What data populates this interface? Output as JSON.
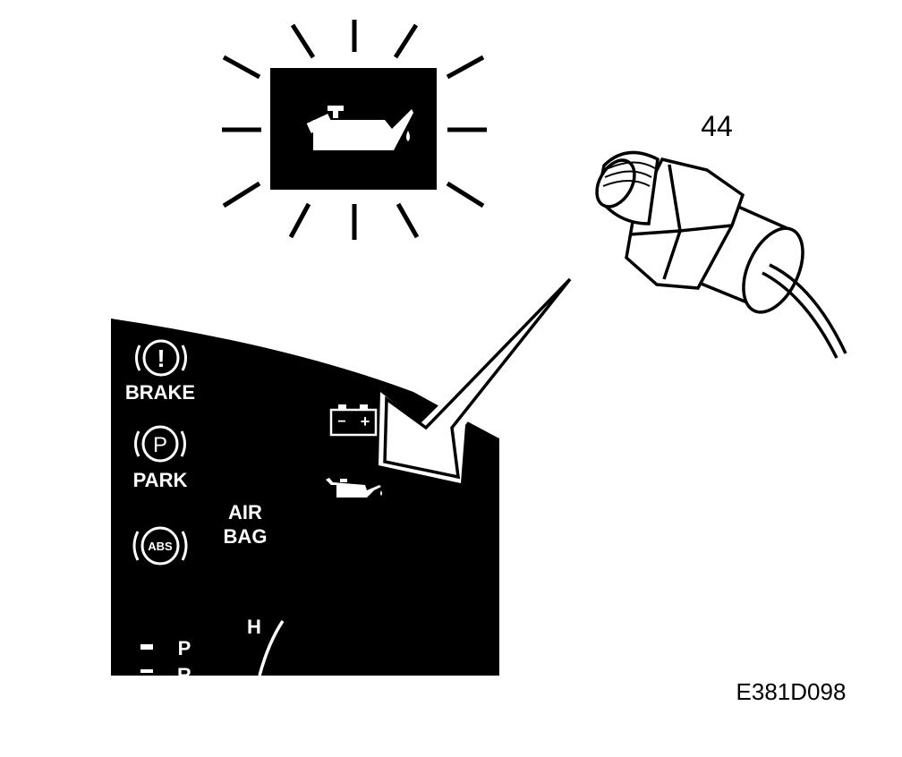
{
  "callout_number": "44",
  "figure_code": "E381D098",
  "indicators": {
    "brake": {
      "glyph": "!",
      "label": "BRAKE"
    },
    "park": {
      "glyph": "P",
      "label": "PARK"
    },
    "abs": {
      "glyph": "ABS"
    },
    "airbag_line1": "AIR",
    "airbag_line2": "BAG",
    "battery_minus": "−",
    "battery_plus": "+"
  },
  "gauge": {
    "hot_mark": "H",
    "gear_p": "P",
    "gear_r": "R"
  },
  "colors": {
    "ink": "#000000",
    "paper": "#ffffff"
  }
}
